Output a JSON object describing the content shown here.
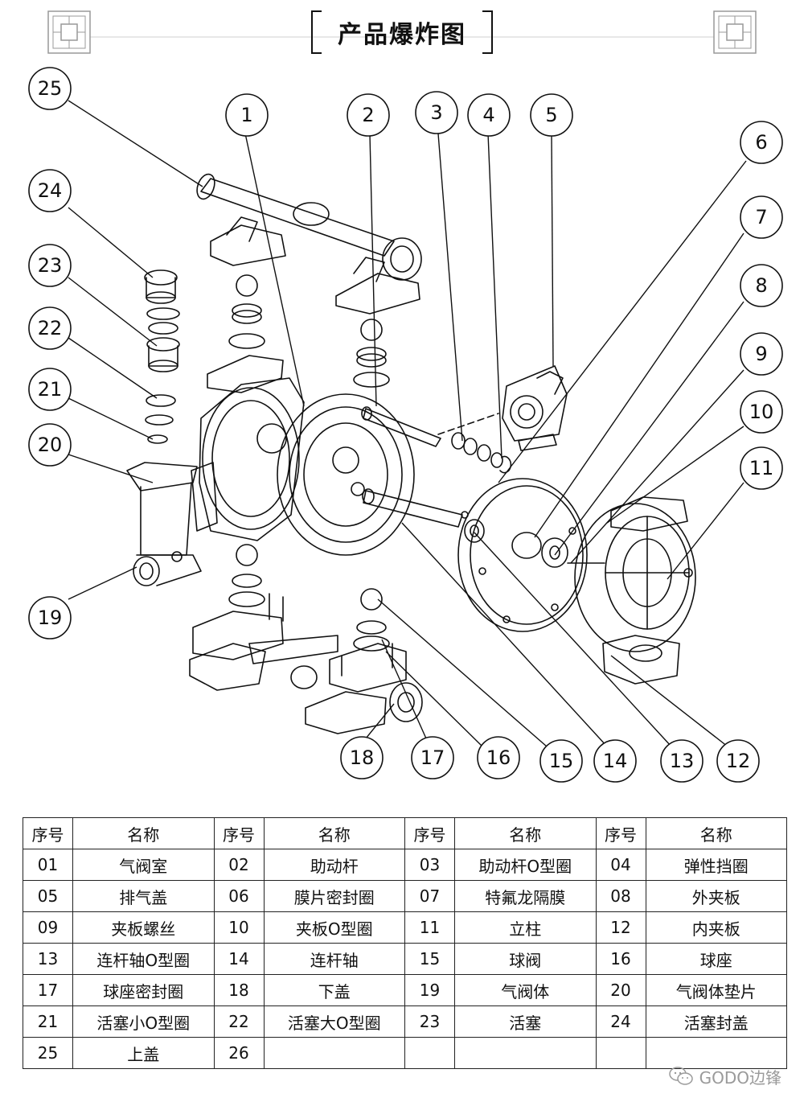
{
  "title": "产品爆炸图",
  "callouts": [
    "1",
    "2",
    "3",
    "4",
    "5",
    "6",
    "7",
    "8",
    "9",
    "10",
    "11",
    "12",
    "13",
    "14",
    "15",
    "16",
    "17",
    "18",
    "19",
    "20",
    "21",
    "22",
    "23",
    "24",
    "25"
  ],
  "table": {
    "headers": [
      "序号",
      "名称",
      "序号",
      "名称",
      "序号",
      "名称",
      "序号",
      "名称"
    ],
    "rows": [
      [
        "01",
        "气阀室",
        "02",
        "助动杆",
        "03",
        "助动杆O型圈",
        "04",
        "弹性挡圈"
      ],
      [
        "05",
        "排气盖",
        "06",
        "膜片密封圈",
        "07",
        "特氟龙隔膜",
        "08",
        "外夹板"
      ],
      [
        "09",
        "夹板螺丝",
        "10",
        "夹板O型圈",
        "11",
        "立柱",
        "12",
        "内夹板"
      ],
      [
        "13",
        "连杆轴O型圈",
        "14",
        "连杆轴",
        "15",
        "球阀",
        "16",
        "球座"
      ],
      [
        "17",
        "球座密封圈",
        "18",
        "下盖",
        "19",
        "气阀体",
        "20",
        "气阀体垫片"
      ],
      [
        "21",
        "活塞小O型圈",
        "22",
        "活塞大O型圈",
        "23",
        "活塞",
        "24",
        "活塞封盖"
      ],
      [
        "25",
        "上盖",
        "26",
        "",
        "",
        "",
        "",
        ""
      ]
    ]
  },
  "watermark": {
    "text": "GODO边锋",
    "icon": "wechat-icon"
  },
  "colors": {
    "line": "#111111",
    "watermark": "#9a9a9a"
  }
}
